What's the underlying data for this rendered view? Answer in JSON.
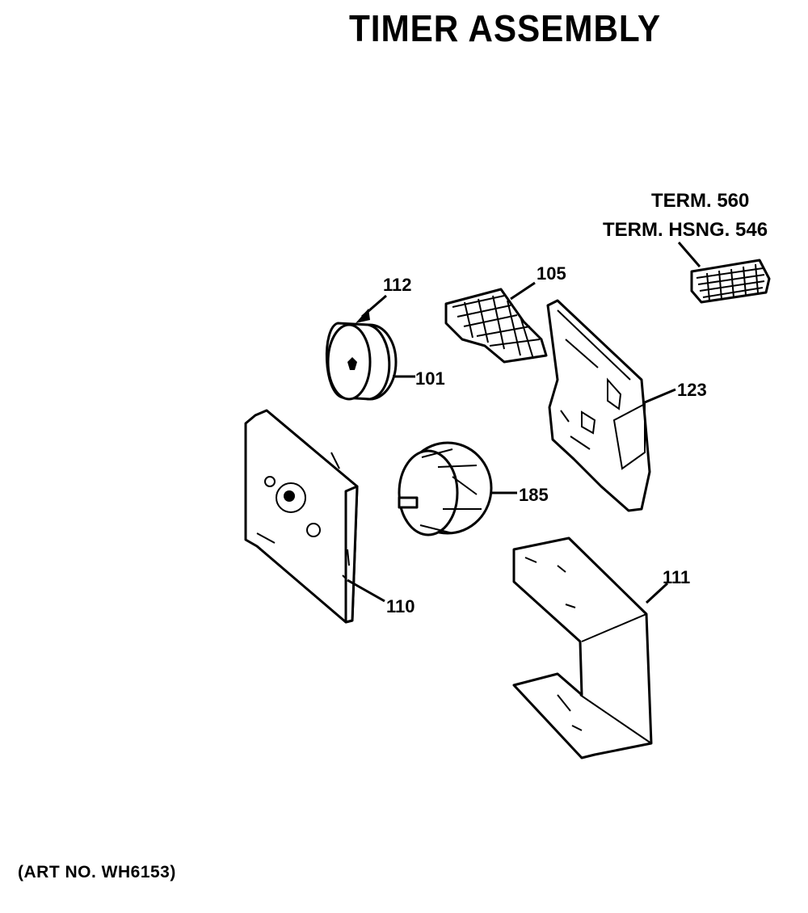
{
  "title": "TIMER ASSEMBLY",
  "art_number": "(ART NO. WH6153)",
  "labels": {
    "p112": "112",
    "p105": "105",
    "p101": "101",
    "p123": "123",
    "p110": "110",
    "p185": "185",
    "p111": "111",
    "term_line1": "TERM. 560",
    "term_line2": "TERM. HSNG. 546"
  }
}
